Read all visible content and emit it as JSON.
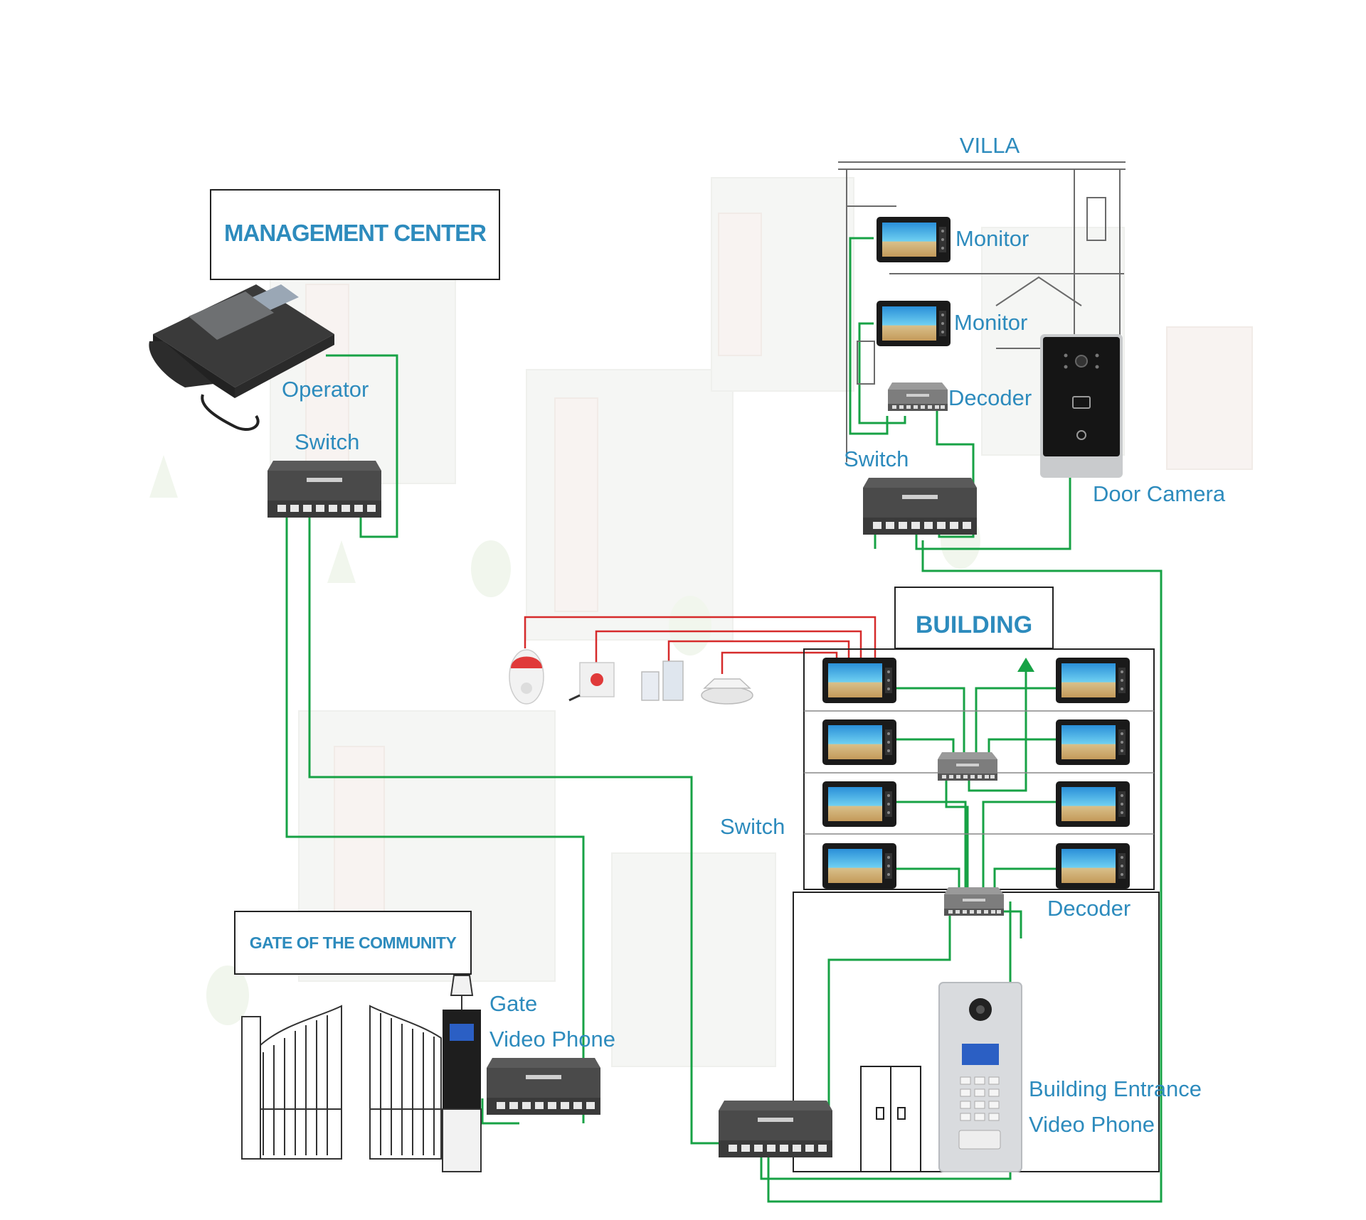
{
  "diagram": {
    "sections": {
      "management": "MANAGEMENT CENTER",
      "villa": "VILLA",
      "building": "BUILDING",
      "gate": "GATE OF THE COMMUNITY"
    },
    "labels": {
      "operator": "Operator",
      "mgmt_switch": "Switch",
      "villa_monitor_1": "Monitor",
      "villa_monitor_2": "Monitor",
      "villa_decoder": "Decoder",
      "villa_switch": "Switch",
      "door_camera": "Door Camera",
      "building_switch": "Switch",
      "building_decoder": "Decoder",
      "gate_line1": "Gate",
      "gate_line2": "Video Phone",
      "entrance_line1": "Building Entrance",
      "entrance_line2": "Video Phone"
    },
    "colors": {
      "label_blue": "#2d8bbd",
      "network_wire": "#17a245",
      "alarm_wire": "#d62b2b"
    },
    "icons": [
      "desk-operator-phone-icon",
      "network-switch-icon",
      "video-monitor-icon",
      "decoder-box-icon",
      "door-camera-icon",
      "gas-detector-icon",
      "panic-button-icon",
      "door-sensor-icon",
      "smoke-detector-icon",
      "gate-panel-icon",
      "iron-gate-icon",
      "entrance-panel-icon"
    ]
  }
}
